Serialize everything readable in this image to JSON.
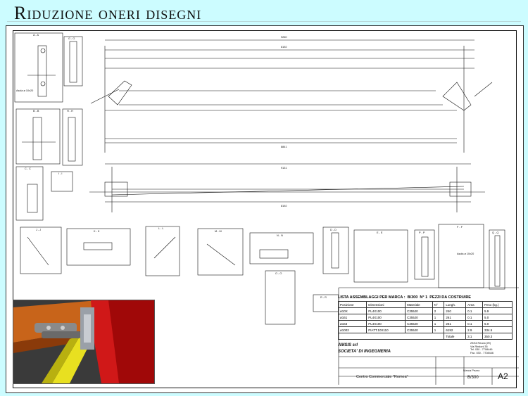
{
  "slide": {
    "title": "Riduzione oneri disegni"
  },
  "sections": {
    "aa": "A - A",
    "gg": "G - G",
    "bb": "B - B",
    "hh": "H - H",
    "cc": "C - C",
    "ii": "I - I",
    "jj": "J - J",
    "kk": "K - K",
    "ll": "L - L",
    "mm": "M - M",
    "nn": "N - N",
    "oo": "O - O",
    "dd": "D - D",
    "ee": "E - E",
    "pp": "P - P",
    "ff": "F - F",
    "qq": "Q - Q",
    "rr": "R - R"
  },
  "annotations": {
    "asola1": "Asola ø 10x20",
    "asola2": "Asola ø 10x20",
    "dim_top": "9260",
    "dim_mid": "6192",
    "dim_bottom": "8841",
    "dim_low1": "9131",
    "dim_low2": "8192"
  },
  "bom": {
    "title": "LISTA ASSEMBLAGGI PER MARCA :",
    "marca": "B/300",
    "n": "N°",
    "count": "1",
    "pezzi": "PEZZI DA COSTRUIRE",
    "headers": [
      "Posizione",
      "Dimensioni",
      "Materiale",
      "N°",
      "Lungh.",
      "Area",
      "Peso (kg.)"
    ],
    "rows": [
      [
        "ø10X",
        "PL4X100",
        "C355J0",
        "2",
        "240",
        "0.1",
        "5.9"
      ],
      [
        "ø161",
        "PL4X100",
        "C355J0",
        "1",
        "261",
        "0.1",
        "5.0"
      ],
      [
        "ø163",
        "PL4X100",
        "C355J0",
        "1",
        "261",
        "0.1",
        "5.0"
      ],
      [
        "ø1002",
        "PIATT.10X110",
        "C355J0",
        "1",
        "6192",
        "2.9",
        "334.5"
      ]
    ],
    "total_label": "Totale",
    "total_area": "3.1",
    "total_weight": "350.3"
  },
  "title_block": {
    "company1": "AMSIS srl",
    "company2": "SOCIETA' DI INGEGNERIA",
    "address": [
      "29/34 Reudo (IR)",
      "Via Rindoni 35",
      "Tel. 030 - 7708446",
      "Fax. 030 - 7708446"
    ],
    "committente": "Centro Commerciale \"Romea\"",
    "marca_label": "Marca Pezzo",
    "marca_value": "B/300",
    "format": "A2"
  }
}
